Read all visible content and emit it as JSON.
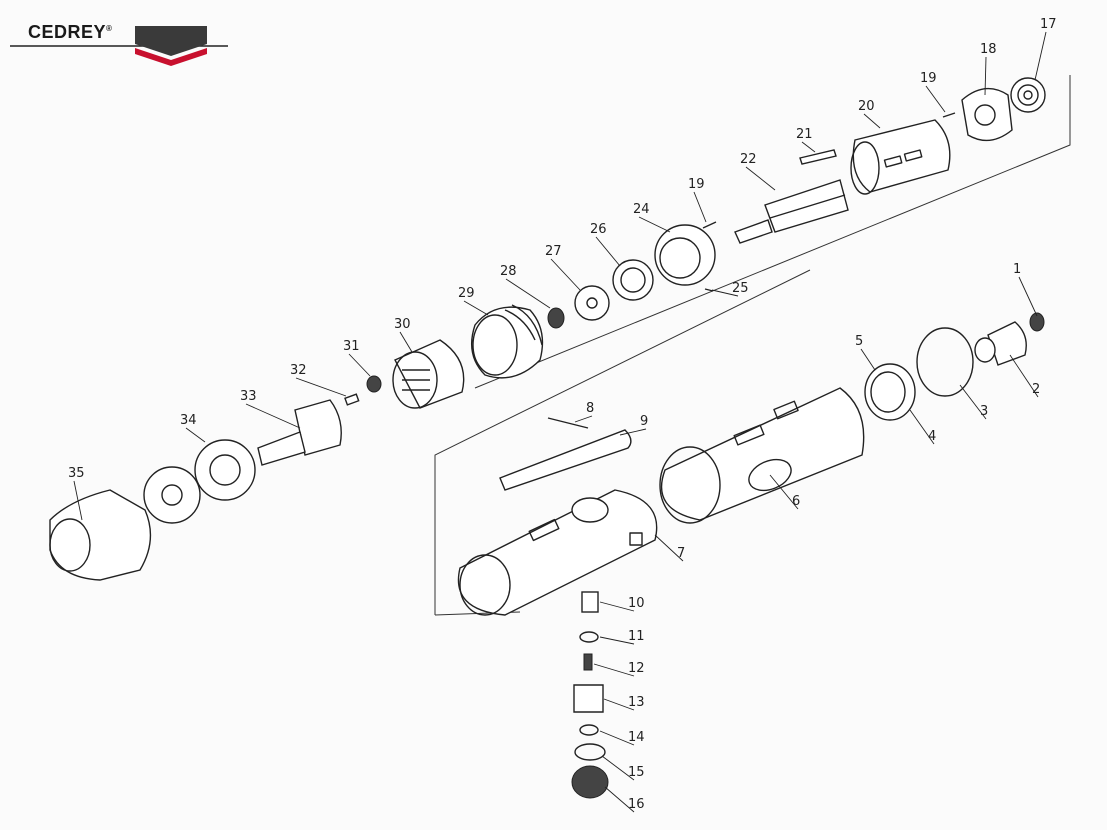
{
  "brand": {
    "name": "CEDREY",
    "registered_mark": "®",
    "colors": {
      "bar_dark": "#3a3a3a",
      "bar_red": "#c8102e"
    }
  },
  "parts": [
    "1",
    "2",
    "3",
    "4",
    "5",
    "6",
    "7",
    "8",
    "9",
    "10",
    "11",
    "12",
    "13",
    "14",
    "15",
    "16",
    "17",
    "18",
    "19",
    "20",
    "21",
    "22",
    "19",
    "24",
    "25",
    "26",
    "27",
    "28",
    "29",
    "30",
    "31",
    "32",
    "33",
    "34",
    "35"
  ]
}
